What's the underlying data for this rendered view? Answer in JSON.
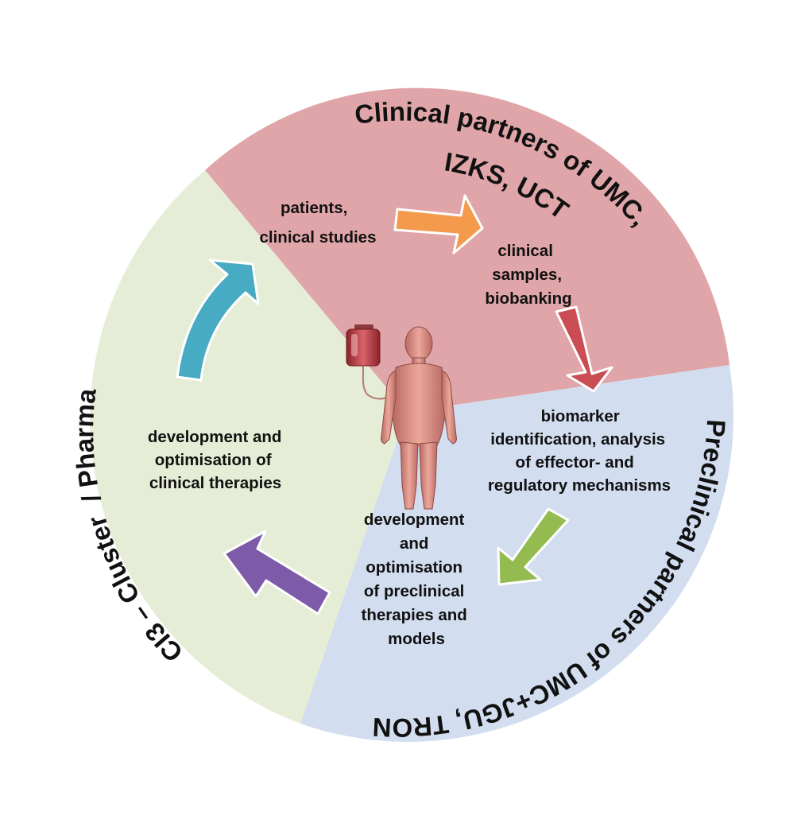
{
  "colors": {
    "clinical_sector": "#e0a5a8",
    "preclinical_sector": "#d2ddef",
    "pharma_sector": "#e5edd6",
    "arrow_orange": "#f39a4d",
    "arrow_red": "#c94d52",
    "arrow_green": "#93bb4f",
    "arrow_purple": "#7e5ba8",
    "arrow_teal": "#47abc4"
  },
  "ring_labels": {
    "clinical": "Clinical partners of UMC,",
    "clinical_line2": "IZKS, UCT",
    "preclinical": "Preclinical partners of UMC+JGU, TRON",
    "pharma": "CI3 – Cluster  / Pharma"
  },
  "steps": {
    "patients": [
      "patients,",
      "clinical studies"
    ],
    "samples": [
      "clinical",
      "samples,",
      "biobanking"
    ],
    "biomarker": [
      "biomarker",
      "identification, analysis",
      "of effector- and",
      "regulatory mechanisms"
    ],
    "preclinical_dev": [
      "development",
      "and",
      "optimisation",
      "of preclinical",
      "therapies and",
      "models"
    ],
    "clinical_dev": [
      "development and",
      "optimisation of",
      "clinical therapies"
    ]
  },
  "icons": [
    "human-body-icon",
    "iv-bag-icon"
  ]
}
